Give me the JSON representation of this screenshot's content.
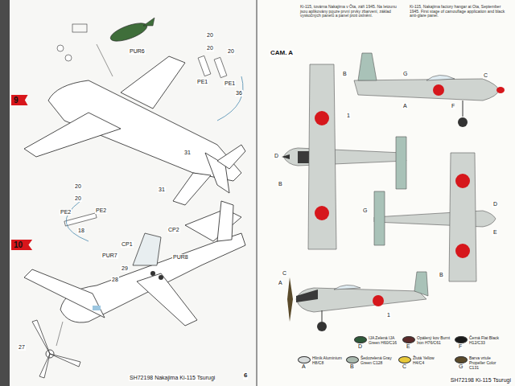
{
  "diagram": {
    "nodes": [
      {
        "text": [
          "9"
        ]
      },
      {
        "text": [
          "10"
        ]
      }
    ],
    "labels": [
      "PUR6",
      "20",
      "20",
      "PE1",
      "20",
      "PE1",
      "36",
      "31",
      "31",
      "20",
      "20",
      "PE2",
      "PE2",
      "18",
      "CP1",
      "CP2",
      "PUR7",
      "PUR8",
      "29",
      "28",
      "27",
      "SH72198 Nakajima Ki-115 Tsurugi",
      "6",
      "Ki-115, továrna Nakajima v Ōta, září 1945. Na letounu jsou aplikovány pouze první prvky zbarvení, základ vyskočných panelů a panel proti oslnění.",
      "Ki-115, Nakajima factory hangar at Ota, September 1945. First stage of camouflage application and black anti-glare panel.",
      "CAM. A",
      "B",
      "G",
      "C",
      "A",
      "F",
      "D",
      "1",
      "B",
      "E",
      "D",
      "B",
      "G",
      "A",
      "C",
      "1",
      "D",
      "E",
      "F",
      "A",
      "B",
      "C",
      "G",
      "SH72198 Ki-115 Tsurugi"
    ],
    "legend": [
      {
        "text": "IJA Zelená IJA Green H60/C16",
        "color": "#2f5a3a"
      },
      {
        "text": "Opálený kov Burnt Iron H76/C61",
        "color": "#5a2a2a"
      },
      {
        "text": "Černá Flat Black H12/C33",
        "color": "#1a1a1a"
      },
      {
        "text": "Hliník Aluminium H8/C8",
        "color": "#d8dcdc"
      },
      {
        "text": "Šedozelená Gray Green C128",
        "color": "#a9b9ae"
      },
      {
        "text": "Žlutá Yellow H4/C4",
        "color": "#e8c93a"
      },
      {
        "text": "Barva vrtule Propeller Color C131",
        "color": "#5a4a2a"
      }
    ]
  }
}
